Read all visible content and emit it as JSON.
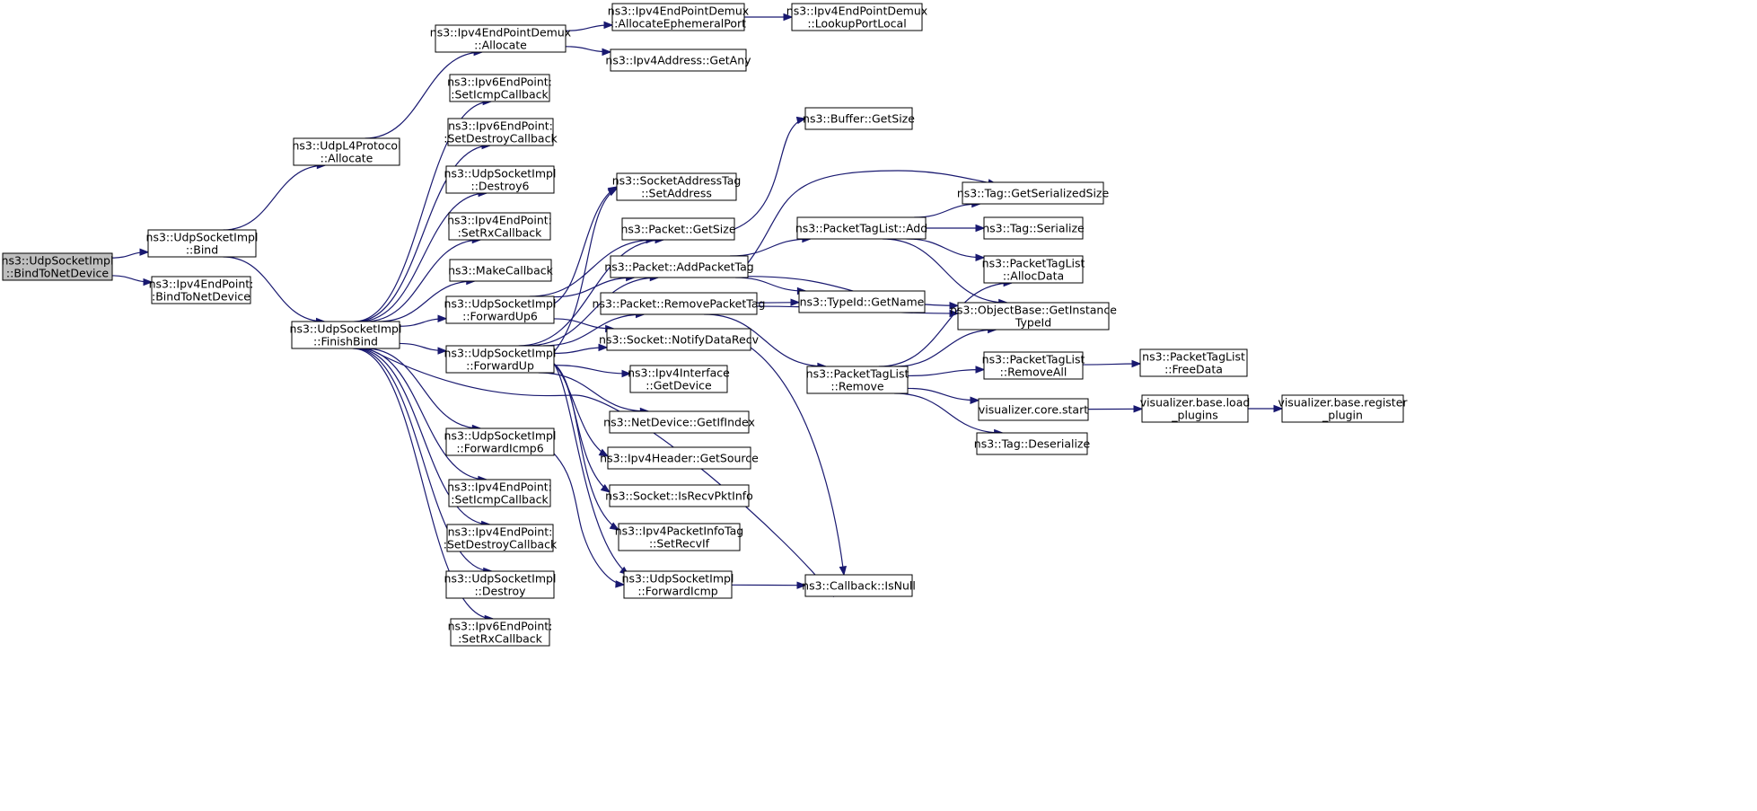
{
  "graph": {
    "title": "",
    "colors": {
      "node_fill": "#ffffff",
      "root_fill": "#bfbfbf",
      "border": "#000000",
      "edge": "#191970"
    },
    "nodes": [
      {
        "id": "root",
        "lines": [
          "ns3::UdpSocketImpl",
          "::BindToNetDevice"
        ]
      },
      {
        "id": "bind",
        "lines": [
          "ns3::UdpSocketImpl",
          "::Bind"
        ]
      },
      {
        "id": "ep4bind",
        "lines": [
          "ns3::Ipv4EndPoint:",
          ":BindToNetDevice"
        ]
      },
      {
        "id": "udpl4alloc",
        "lines": [
          "ns3::UdpL4Protocol",
          "::Allocate"
        ]
      },
      {
        "id": "finishbind",
        "lines": [
          "ns3::UdpSocketImpl",
          "::FinishBind"
        ]
      },
      {
        "id": "demuxalloc",
        "lines": [
          "ns3::Ipv4EndPointDemux",
          "::Allocate"
        ]
      },
      {
        "id": "allocport",
        "lines": [
          "ns3::Ipv4EndPointDemux",
          "::AllocateEphemeralPort"
        ]
      },
      {
        "id": "lookupport",
        "lines": [
          "ns3::Ipv4EndPointDemux",
          "::LookupPortLocal"
        ]
      },
      {
        "id": "getany",
        "lines": [
          "ns3::Ipv4Address::GetAny"
        ]
      },
      {
        "id": "ep6icmp",
        "lines": [
          "ns3::Ipv6EndPoint:",
          ":SetIcmpCallback"
        ]
      },
      {
        "id": "ep6destroy",
        "lines": [
          "ns3::Ipv6EndPoint:",
          ":SetDestroyCallback"
        ]
      },
      {
        "id": "destroy6",
        "lines": [
          "ns3::UdpSocketImpl",
          "::Destroy6"
        ]
      },
      {
        "id": "ep4rx",
        "lines": [
          "ns3::Ipv4EndPoint:",
          ":SetRxCallback"
        ]
      },
      {
        "id": "makecb",
        "lines": [
          "ns3::MakeCallback"
        ]
      },
      {
        "id": "fwdup6",
        "lines": [
          "ns3::UdpSocketImpl",
          "::ForwardUp6"
        ]
      },
      {
        "id": "fwdup",
        "lines": [
          "ns3::UdpSocketImpl",
          "::ForwardUp"
        ]
      },
      {
        "id": "fwdicmp6",
        "lines": [
          "ns3::UdpSocketImpl",
          "::ForwardIcmp6"
        ]
      },
      {
        "id": "ep4icmp",
        "lines": [
          "ns3::Ipv4EndPoint:",
          ":SetIcmpCallback"
        ]
      },
      {
        "id": "ep4destroy",
        "lines": [
          "ns3::Ipv4EndPoint:",
          ":SetDestroyCallback"
        ]
      },
      {
        "id": "destroy",
        "lines": [
          "ns3::UdpSocketImpl",
          "::Destroy"
        ]
      },
      {
        "id": "ep6rx",
        "lines": [
          "ns3::Ipv6EndPoint:",
          ":SetRxCallback"
        ]
      },
      {
        "id": "sockaddrtag",
        "lines": [
          "ns3::SocketAddressTag",
          "::SetAddress"
        ]
      },
      {
        "id": "pktgetsize",
        "lines": [
          "ns3::Packet::GetSize"
        ]
      },
      {
        "id": "addpkttag",
        "lines": [
          "ns3::Packet::AddPacketTag"
        ]
      },
      {
        "id": "rmpkttag",
        "lines": [
          "ns3::Packet::RemovePacketTag"
        ]
      },
      {
        "id": "notifyrecv",
        "lines": [
          "ns3::Socket::NotifyDataRecv"
        ]
      },
      {
        "id": "ifgetdevice",
        "lines": [
          "ns3::Ipv4Interface",
          "::GetDevice"
        ]
      },
      {
        "id": "getifindex",
        "lines": [
          "ns3::NetDevice::GetIfIndex"
        ]
      },
      {
        "id": "getsource",
        "lines": [
          "ns3::Ipv4Header::GetSource"
        ]
      },
      {
        "id": "isrecvpktinfo",
        "lines": [
          "ns3::Socket::IsRecvPktInfo"
        ]
      },
      {
        "id": "setrecvif",
        "lines": [
          "ns3::Ipv4PacketInfoTag",
          "::SetRecvIf"
        ]
      },
      {
        "id": "fwdicmp",
        "lines": [
          "ns3::UdpSocketImpl",
          "::ForwardIcmp"
        ]
      },
      {
        "id": "buffergetsize",
        "lines": [
          "ns3::Buffer::GetSize"
        ]
      },
      {
        "id": "ptladd",
        "lines": [
          "ns3::PacketTagList::Add"
        ]
      },
      {
        "id": "getname",
        "lines": [
          "ns3::TypeId::GetName"
        ]
      },
      {
        "id": "ptlremove",
        "lines": [
          "ns3::PacketTagList",
          "::Remove"
        ]
      },
      {
        "id": "isnull",
        "lines": [
          "ns3::Callback::IsNull"
        ]
      },
      {
        "id": "tagserialsize",
        "lines": [
          "ns3::Tag::GetSerializedSize"
        ]
      },
      {
        "id": "tagserialize",
        "lines": [
          "ns3::Tag::Serialize"
        ]
      },
      {
        "id": "allocdata",
        "lines": [
          "ns3::PacketTagList",
          "::AllocData"
        ]
      },
      {
        "id": "getinstancetypeid",
        "lines": [
          "ns3::ObjectBase::GetInstance",
          "TypeId"
        ]
      },
      {
        "id": "removeall",
        "lines": [
          "ns3::PacketTagList",
          "::RemoveAll"
        ]
      },
      {
        "id": "vizcorestart",
        "lines": [
          "visualizer.core.start"
        ]
      },
      {
        "id": "tagdeserialize",
        "lines": [
          "ns3::Tag::Deserialize"
        ]
      },
      {
        "id": "freedata",
        "lines": [
          "ns3::PacketTagList",
          "::FreeData"
        ]
      },
      {
        "id": "vizload",
        "lines": [
          "visualizer.base.load",
          "_plugins"
        ]
      },
      {
        "id": "vizregister",
        "lines": [
          "visualizer.base.register",
          "_plugin"
        ]
      }
    ],
    "edges": [
      [
        "root",
        "bind"
      ],
      [
        "root",
        "ep4bind"
      ],
      [
        "bind",
        "udpl4alloc"
      ],
      [
        "bind",
        "finishbind"
      ],
      [
        "udpl4alloc",
        "demuxalloc"
      ],
      [
        "demuxalloc",
        "allocport"
      ],
      [
        "demuxalloc",
        "getany"
      ],
      [
        "allocport",
        "lookupport"
      ],
      [
        "finishbind",
        "ep6icmp"
      ],
      [
        "finishbind",
        "ep6destroy"
      ],
      [
        "finishbind",
        "destroy6"
      ],
      [
        "finishbind",
        "ep4rx"
      ],
      [
        "finishbind",
        "makecb"
      ],
      [
        "finishbind",
        "fwdup6"
      ],
      [
        "finishbind",
        "fwdup"
      ],
      [
        "finishbind",
        "fwdicmp6"
      ],
      [
        "finishbind",
        "ep4icmp"
      ],
      [
        "finishbind",
        "ep4destroy"
      ],
      [
        "finishbind",
        "destroy"
      ],
      [
        "finishbind",
        "ep6rx"
      ],
      [
        "finishbind",
        "isnull"
      ],
      [
        "fwdup6",
        "sockaddrtag"
      ],
      [
        "fwdup6",
        "pktgetsize"
      ],
      [
        "fwdup6",
        "addpkttag"
      ],
      [
        "fwdup6",
        "notifyrecv"
      ],
      [
        "fwdup",
        "sockaddrtag"
      ],
      [
        "fwdup",
        "pktgetsize"
      ],
      [
        "fwdup",
        "addpkttag"
      ],
      [
        "fwdup",
        "rmpkttag"
      ],
      [
        "fwdup",
        "notifyrecv"
      ],
      [
        "fwdup",
        "ifgetdevice"
      ],
      [
        "fwdup",
        "getifindex"
      ],
      [
        "fwdup",
        "getsource"
      ],
      [
        "fwdup",
        "isrecvpktinfo"
      ],
      [
        "fwdup",
        "setrecvif"
      ],
      [
        "fwdup",
        "fwdicmp"
      ],
      [
        "fwdicmp6",
        "fwdicmp"
      ],
      [
        "fwdicmp",
        "isnull"
      ],
      [
        "pktgetsize",
        "buffergetsize"
      ],
      [
        "addpkttag",
        "tagserialsize"
      ],
      [
        "addpkttag",
        "ptladd"
      ],
      [
        "addpkttag",
        "getname"
      ],
      [
        "addpkttag",
        "getinstancetypeid"
      ],
      [
        "rmpkttag",
        "getname"
      ],
      [
        "rmpkttag",
        "getinstancetypeid"
      ],
      [
        "rmpkttag",
        "ptlremove"
      ],
      [
        "notifyrecv",
        "isnull"
      ],
      [
        "ptladd",
        "tagserialsize"
      ],
      [
        "ptladd",
        "tagserialize"
      ],
      [
        "ptladd",
        "allocdata"
      ],
      [
        "ptladd",
        "getinstancetypeid"
      ],
      [
        "ptlremove",
        "allocdata"
      ],
      [
        "ptlremove",
        "getinstancetypeid"
      ],
      [
        "ptlremove",
        "removeall"
      ],
      [
        "ptlremove",
        "vizcorestart"
      ],
      [
        "ptlremove",
        "tagdeserialize"
      ],
      [
        "removeall",
        "freedata"
      ],
      [
        "vizcorestart",
        "vizload"
      ],
      [
        "vizload",
        "vizregister"
      ]
    ]
  }
}
